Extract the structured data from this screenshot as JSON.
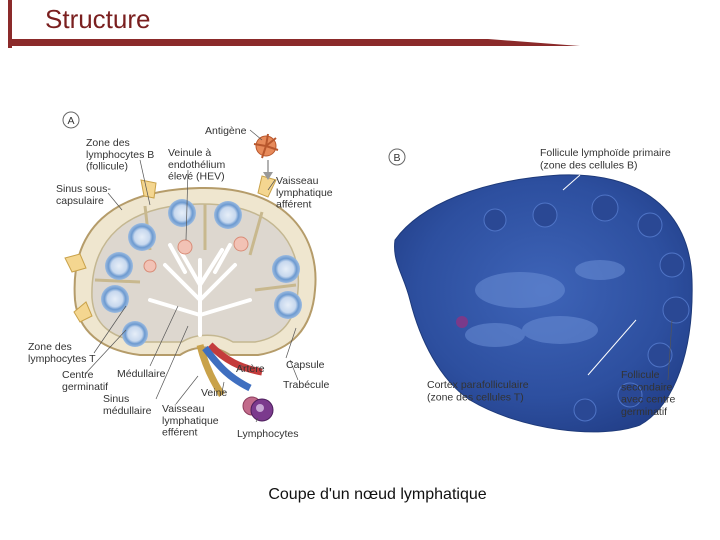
{
  "header": {
    "title": "Structure"
  },
  "panel_a": {
    "letter": "A",
    "labels": {
      "zone_b": [
        "Zone des",
        "lymphocytes B",
        "(follicule)"
      ],
      "veinule": [
        "Veinule à",
        "endothélium",
        "élevé (HEV)"
      ],
      "antigene": [
        "Antigène"
      ],
      "vaisseau_aff": [
        "Vaisseau",
        "lymphatique",
        "afférent"
      ],
      "sinus_sous": [
        "Sinus sous-",
        "capsulaire"
      ],
      "zone_t": [
        "Zone des",
        "lymphocytes T"
      ],
      "centre": [
        "Centre",
        "germinatif"
      ],
      "medullaire": [
        "Médullaire"
      ],
      "sinus_med": [
        "Sinus",
        "médullaire"
      ],
      "vaisseau_eff": [
        "Vaisseau",
        "lymphatique",
        "efférent"
      ],
      "veine": [
        "Veine"
      ],
      "artere": [
        "Artère"
      ],
      "capsule": [
        "Capsule"
      ],
      "trabecule": [
        "Trabécule"
      ],
      "lymphocytes": [
        "Lymphocytes"
      ]
    }
  },
  "panel_b": {
    "letter": "B",
    "labels": {
      "follicule_primaire": [
        "Follicule lymphoïde primaire",
        "(zone des cellules B)"
      ],
      "cortex": [
        "Cortex parafolliculaire",
        "(zone des cellules T)"
      ],
      "follicule_secondaire": [
        "Follicule",
        "secondaire",
        "avec centre",
        "germinatif"
      ]
    }
  },
  "caption": "Coupe d'un nœud lymphatique",
  "colors": {
    "accent": "#8b2a2a",
    "capsule": "#e9dfc6",
    "cortex": "#ddd7cf",
    "follicle_ring": "#6d9ad0",
    "tissue": "#2f53a8"
  }
}
